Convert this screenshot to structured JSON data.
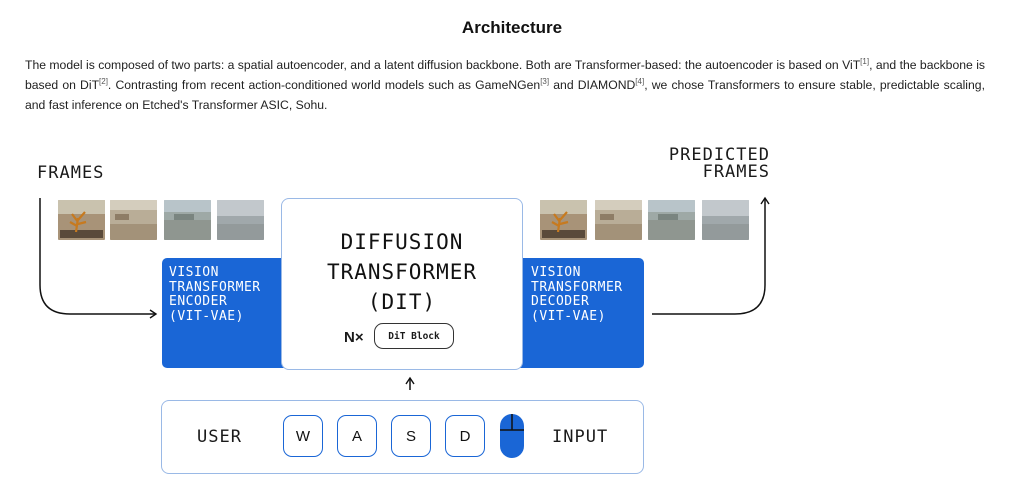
{
  "header": {
    "title": "Architecture"
  },
  "intro": {
    "p1": "The model is composed of two parts: a spatial autoencoder, and a latent diffusion backbone. Both are Transformer-based: the autoencoder is based on ViT",
    "ref1": "[1]",
    "p2": ", and the backbone is based on DiT",
    "ref2": "[2]",
    "p3": ". Contrasting from recent action-conditioned world models such as GameNGen",
    "ref3": "[3]",
    "p4": " and DIAMOND",
    "ref4": "[4]",
    "p5": ", we chose Transformers to ensure stable, predictable scaling, and fast inference on Etched's Transformer ASIC, Sohu."
  },
  "diagram": {
    "frames_label": "FRAMES",
    "predicted_label": [
      "PREDICTED",
      "FRAMES"
    ],
    "encoder_lines": [
      "VISION",
      "TRANSFORMER",
      "ENCODER",
      "(VIT-VAE)"
    ],
    "decoder_lines": [
      "VISION",
      "TRANSFORMER",
      "DECODER",
      "(VIT-VAE)"
    ],
    "dit_title": [
      "DIFFUSION",
      "TRANSFORMER",
      "(DIT)"
    ],
    "nx_label": "N×",
    "dit_block_label": "DiT Block",
    "user_label": "USER",
    "input_label": "INPUT",
    "keys": [
      "W",
      "A",
      "S",
      "D"
    ],
    "accent_color": "#1a66d6",
    "border_color": "#9ab9e6",
    "input_icon": "mouse-icon",
    "frame_icon": "game-frame-thumbnail"
  }
}
